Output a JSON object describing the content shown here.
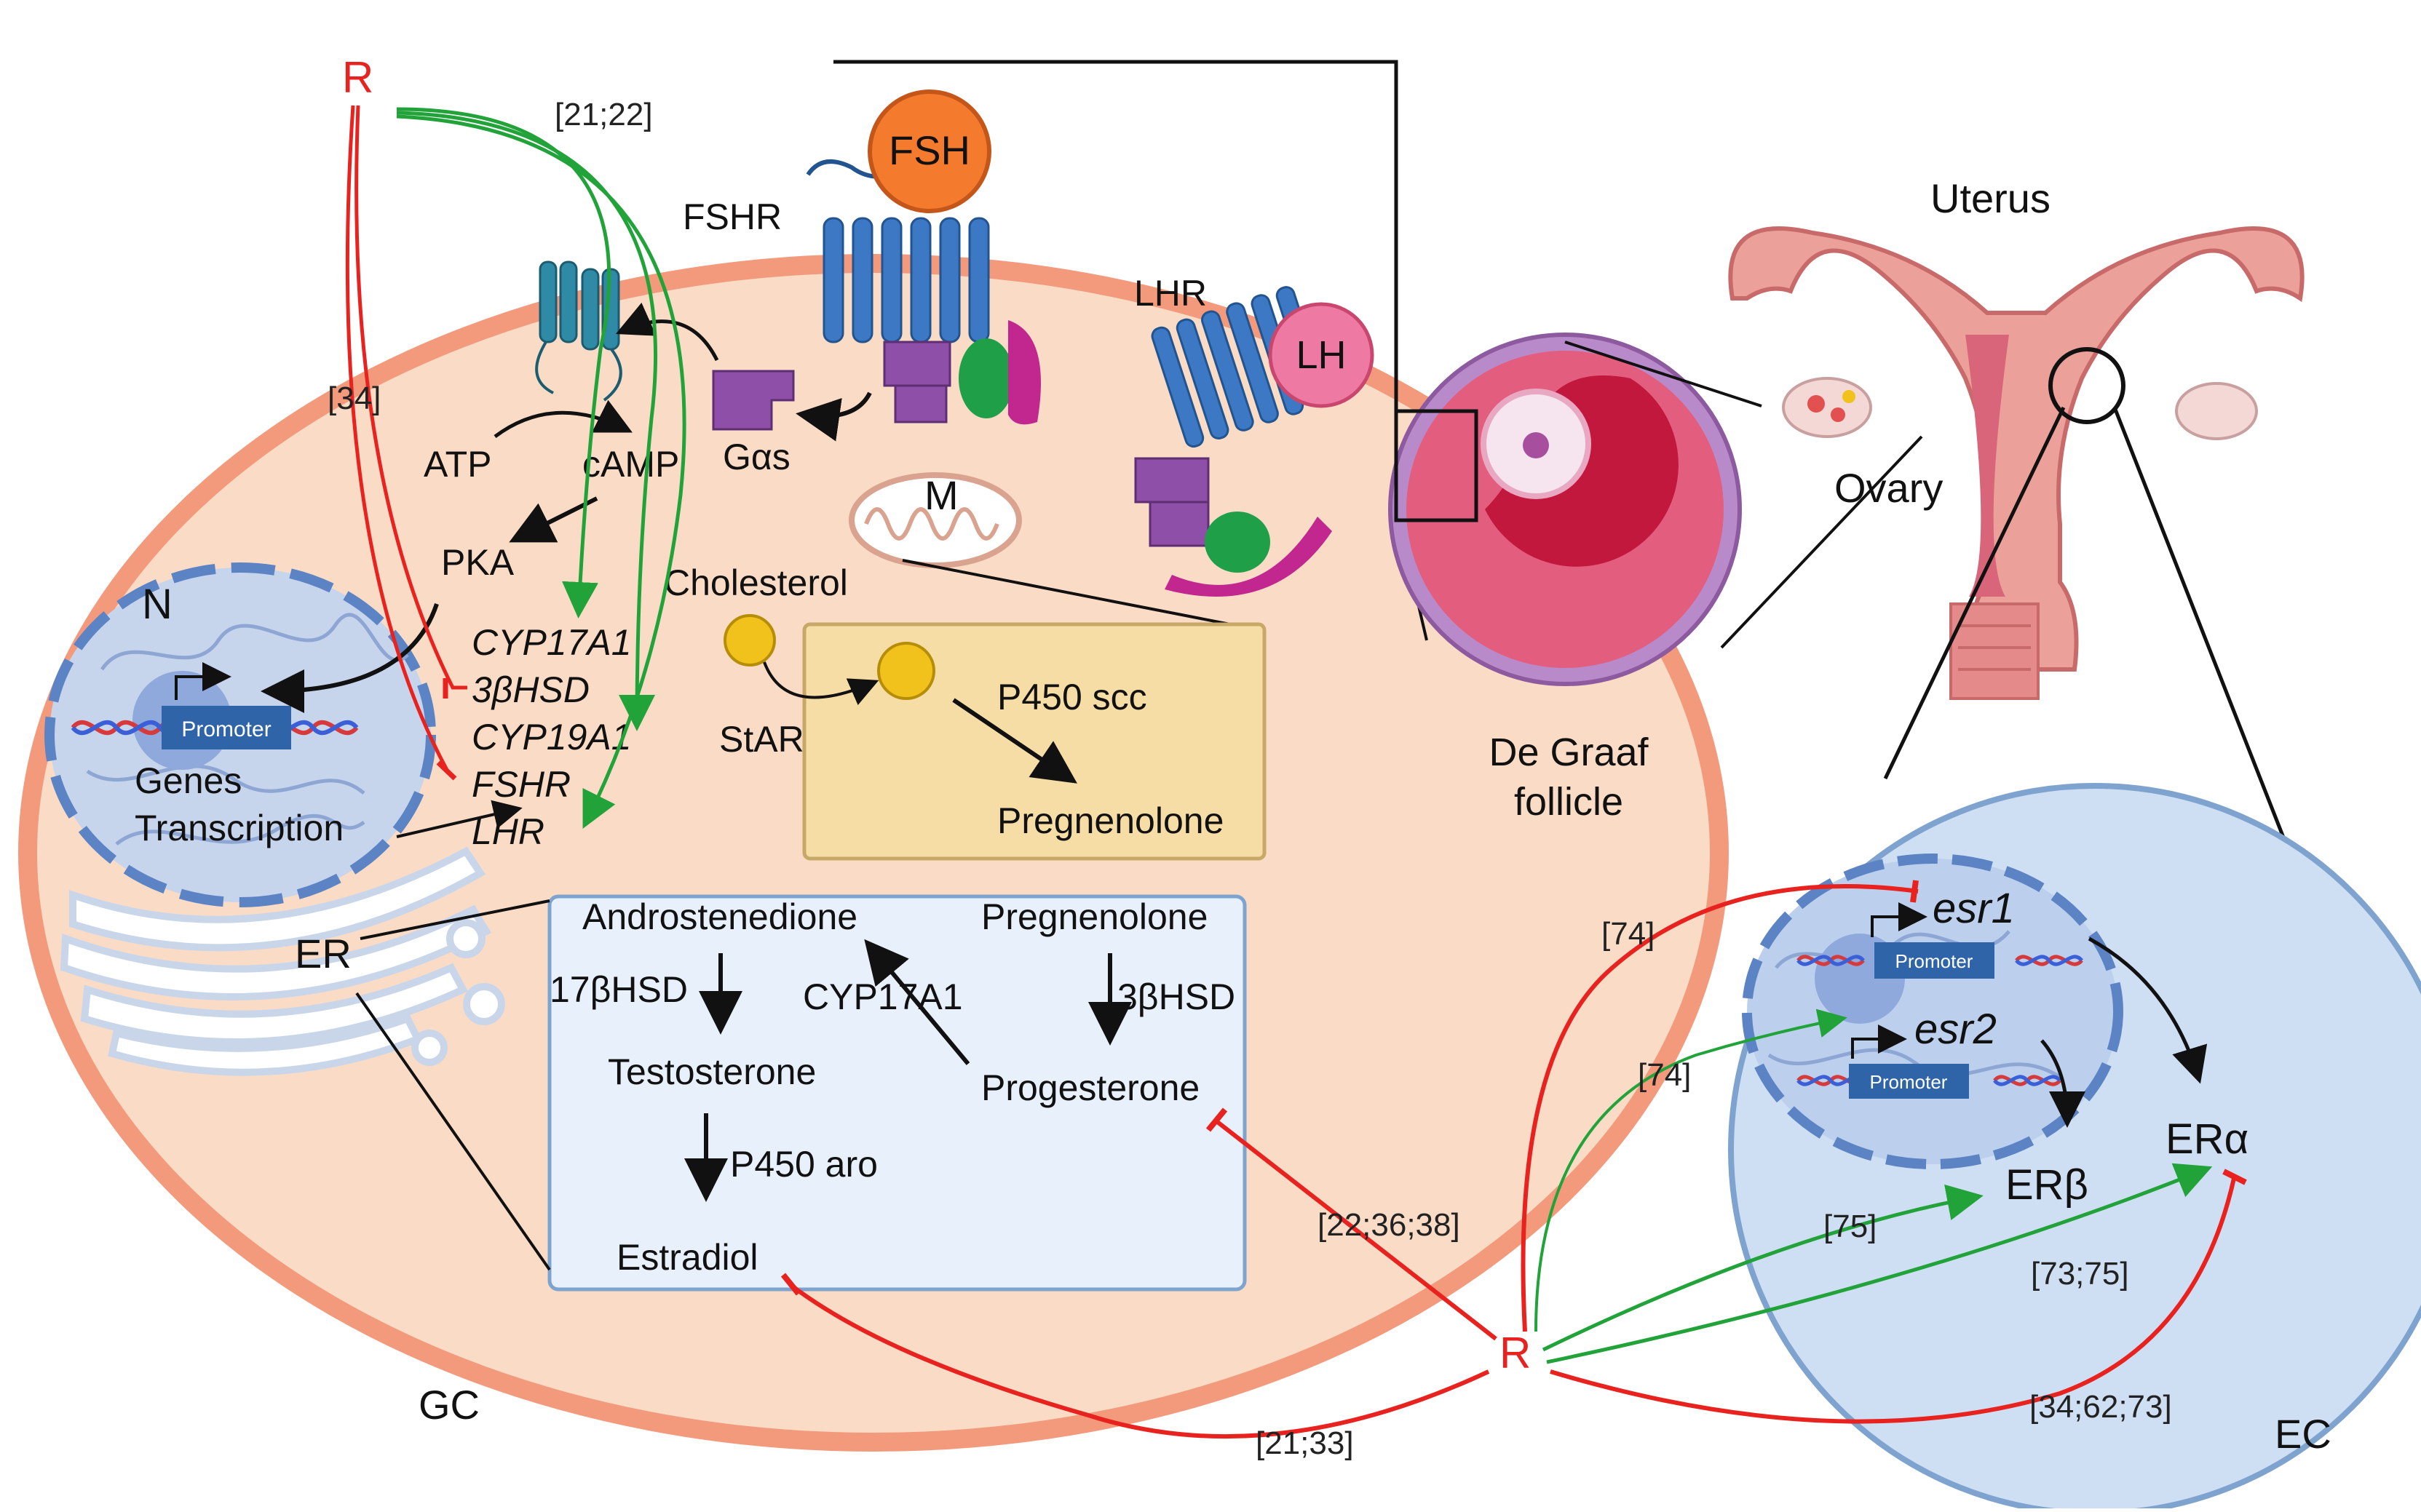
{
  "labels": {
    "r_top": "R",
    "r_bottom": "R",
    "fsh": "FSH",
    "lh": "LH",
    "fshr": "FSHR",
    "lhr": "LHR",
    "gas": "Gαs",
    "atp": "ATP",
    "camp": "cAMP",
    "pka": "PKA",
    "n": "N",
    "m": "M",
    "er": "ER",
    "gc": "GC",
    "ec": "EC",
    "promoter": "Promoter",
    "genes": "Genes",
    "transcription": "Transcription",
    "cholesterol": "Cholesterol",
    "star": "StAR",
    "p450scc": "P450 scc",
    "pregnenolone_box": "Pregnenolone",
    "uterus": "Uterus",
    "ovary": "Ovary",
    "degraaf_1": "De Graaf",
    "degraaf_2": "follicle"
  },
  "genes_list": [
    "CYP17A1",
    "3βHSD",
    "CYP19A1",
    "FSHR",
    "LHR"
  ],
  "pathway": {
    "androstenedione": "Androstenedione",
    "pregnenolone": "Pregnenolone",
    "hsd17": "17βHSD",
    "cyp17a1": "CYP17A1",
    "hsd3": "3βHSD",
    "testosterone": "Testosterone",
    "progesterone": "Progesterone",
    "p450aro": "P450 aro",
    "estradiol": "Estradiol"
  },
  "ec": {
    "esr1": "esr1",
    "esr2": "esr2",
    "era": "ERα",
    "erb": "ERβ",
    "promoter1": "Promoter",
    "promoter2": "Promoter"
  },
  "refs": {
    "r21_22": "[21;22]",
    "r34": "[34]",
    "r22_36_38": "[22;36;38]",
    "r21_33": "[21;33]",
    "r74a": "[74]",
    "r74b": "[74]",
    "r75": "[75]",
    "r73_75": "[73;75]",
    "r34_62_73": "[34;62;73]"
  },
  "colors": {
    "cell": "#fadcc6",
    "cell_border": "#f39a7c",
    "red": "#e8231f",
    "green": "#22a33a",
    "box_yellow": "#f6dca5",
    "box_blue": "#e7f0fb",
    "ec_blue": "#cfdff3",
    "receptor_blue": "#3d78c4",
    "purple": "#8d4fa8",
    "magenta": "#c2268f",
    "fsh_orange": "#f47a2d",
    "lh_pink": "#ee7aa3"
  }
}
